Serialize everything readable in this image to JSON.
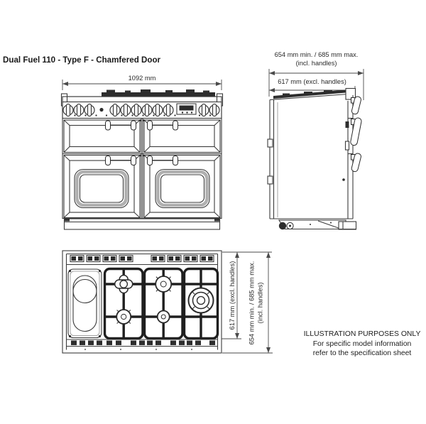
{
  "title": "Dual Fuel 110 - Type F - Chamfered Door",
  "front_view": {
    "width_dimension": "1092 mm"
  },
  "side_view": {
    "depth_incl_handles_line1": "654 mm min. / 685 mm max.",
    "depth_incl_handles_line2": "(incl. handles)",
    "depth_excl_handles": "617 mm (excl. handles)"
  },
  "top_view": {
    "depth_excl_handles": "617 mm (excl. handles)",
    "depth_incl_handles_line1": "654 mm min. / 685 mm max.",
    "depth_incl_handles_line2": "(incl. handles)"
  },
  "disclaimer": {
    "line1": "ILLUSTRATION PURPOSES ONLY",
    "line2": "For specific model information",
    "line3": "refer to the specification sheet"
  },
  "colors": {
    "line": "#3b3b3b",
    "dark_fill": "#2d2d2d",
    "text": "#231f20",
    "background": "#ffffff"
  }
}
